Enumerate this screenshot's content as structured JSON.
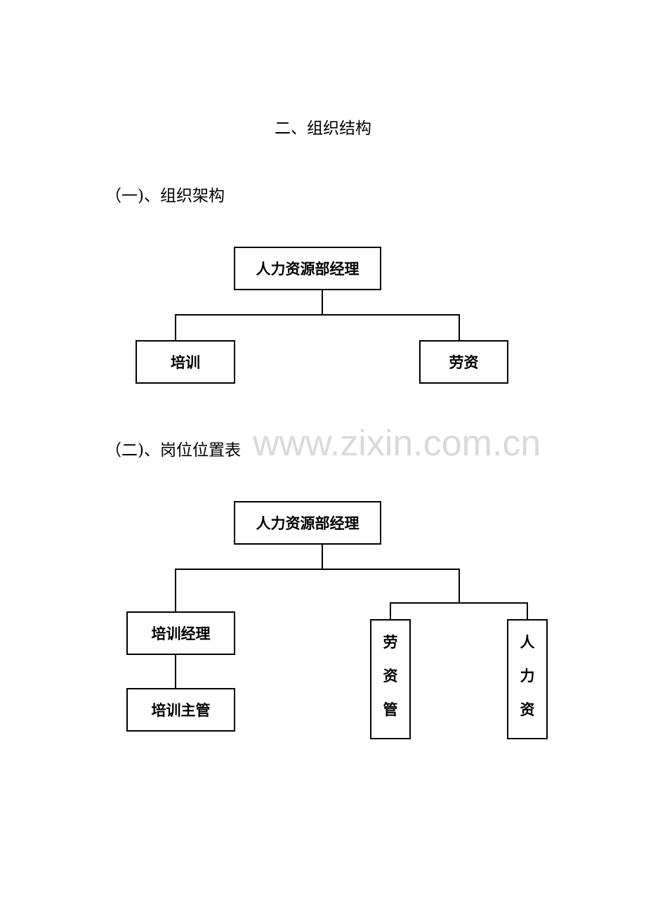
{
  "title": "二、组织结构",
  "section1": {
    "heading": "（一)、组织架构",
    "root": "人力资源部经理",
    "children": [
      "培训",
      "劳资"
    ]
  },
  "section2": {
    "heading": "（二)、岗位位置表",
    "root": "人力资源部经理",
    "left_chain": [
      "培训经理",
      "培训主管"
    ],
    "right_vertical_boxes": [
      [
        "劳",
        "资",
        "管"
      ],
      [
        "人",
        "力",
        "资"
      ]
    ]
  },
  "watermark": "www.zixin.com.cn"
}
